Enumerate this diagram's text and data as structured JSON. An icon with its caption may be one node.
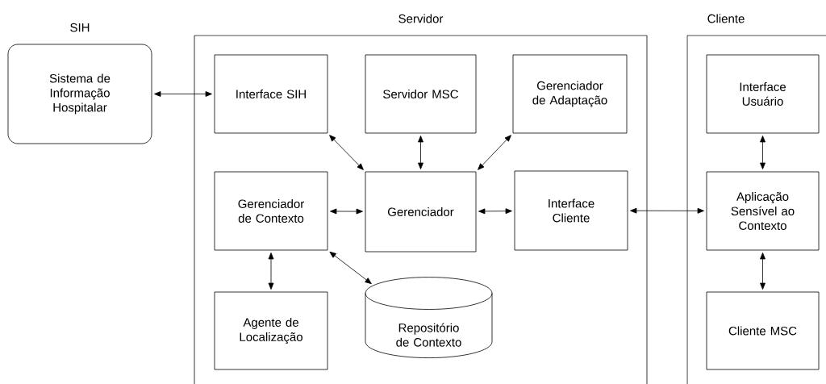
{
  "diagram": {
    "nodes": [
      {
        "text": [
          "SIH",
          "Sistema de Informação Hospitalar"
        ]
      },
      {
        "text": [
          "Servidor"
        ]
      },
      {
        "text": [
          "Interface SIH"
        ],
        "in": 1
      },
      {
        "text": [
          "Servidor MSC"
        ],
        "in": 1
      },
      {
        "text": [
          "Gerenciador de Adaptação"
        ],
        "in": 1
      },
      {
        "text": [
          "Gerenciador de Contexto"
        ],
        "in": 1
      },
      {
        "text": [
          "Gerenciador"
        ],
        "in": 1
      },
      {
        "text": [
          "Interface Cliente"
        ],
        "in": 1
      },
      {
        "text": [
          "Agente de Localização"
        ],
        "in": 1
      },
      {
        "text": [
          "Repositório de Contexto"
        ],
        "in": 1
      },
      {
        "text": [
          "Cliente"
        ]
      },
      {
        "text": [
          "Interface Usuário"
        ],
        "in": 10
      },
      {
        "text": [
          "Aplicação Sensível ao Contexto"
        ],
        "in": 10
      },
      {
        "text": [
          "Cliente MSC"
        ],
        "in": 10
      }
    ],
    "edges": [
      {
        "from": 0,
        "to": 2,
        "arrow": "both"
      },
      {
        "from": 2,
        "to": 6,
        "arrow": "both"
      },
      {
        "from": 3,
        "to": 6,
        "arrow": "both"
      },
      {
        "from": 4,
        "to": 6,
        "arrow": "both"
      },
      {
        "from": 5,
        "to": 6,
        "arrow": "both"
      },
      {
        "from": 6,
        "to": 7,
        "arrow": "both"
      },
      {
        "from": 7,
        "to": 12,
        "arrow": "both"
      },
      {
        "from": 5,
        "to": 8,
        "arrow": "both"
      },
      {
        "from": 5,
        "to": 9,
        "arrow": "both"
      },
      {
        "from": 11,
        "to": 12,
        "arrow": "both"
      },
      {
        "from": 12,
        "to": 13,
        "arrow": "both"
      }
    ]
  }
}
